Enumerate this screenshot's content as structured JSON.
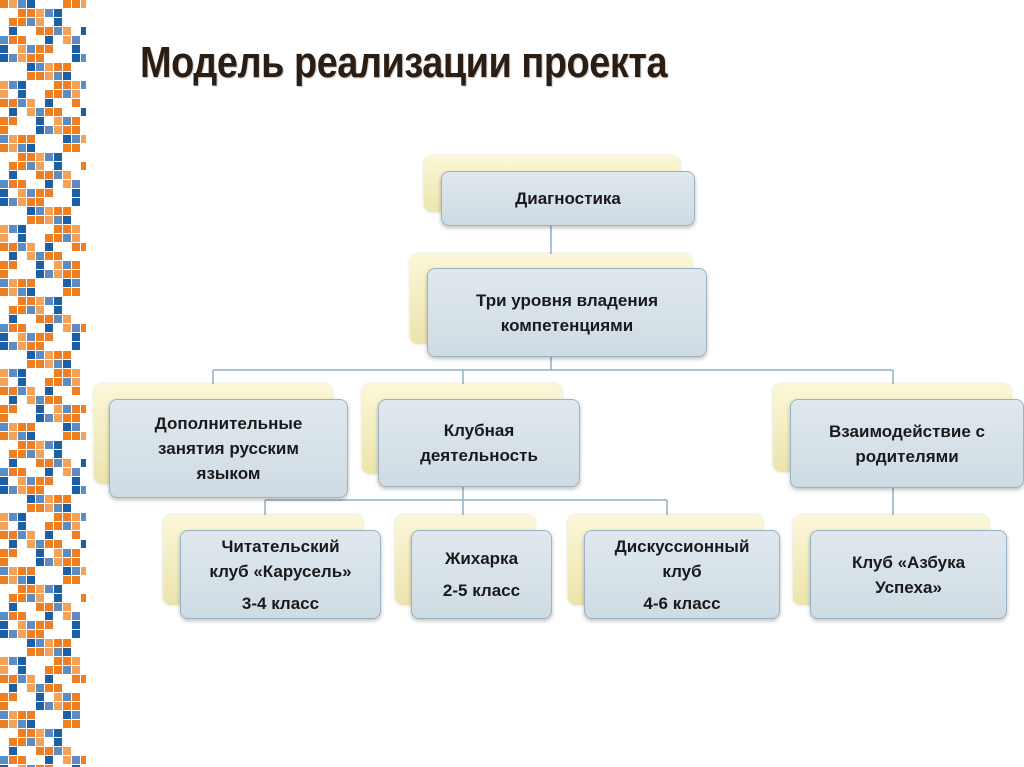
{
  "title": "Модель реализации проекта",
  "colors": {
    "title": "#2b1d12",
    "box_fill": "#d7e2e9",
    "box_border": "#9ab2c6",
    "shadow_fill": "#f4eec6",
    "connector": "#8eb0c6",
    "border_orange": "#f07f21",
    "border_blue": "#1d5fa4"
  },
  "nodes": {
    "diagnostics": {
      "lines": [
        "Диагностика"
      ]
    },
    "levels": {
      "lines": [
        "Три уровня владения",
        "компетенциями"
      ]
    },
    "extra_lessons": {
      "lines": [
        "Дополнительные",
        "занятия русским",
        "языком"
      ]
    },
    "club_activity": {
      "lines": [
        "Клубная",
        "деятельность"
      ]
    },
    "parents": {
      "lines": [
        "Взаимодействие с",
        "родителями"
      ]
    },
    "reading_club": {
      "lines": [
        "Читательский",
        "клуб «Карусель»"
      ],
      "grade": "3-4 класс"
    },
    "zhiharka": {
      "lines": [
        "Жихарка"
      ],
      "grade": "2-5 класс"
    },
    "discussion_club": {
      "lines": [
        "Дискуссионный",
        "клуб"
      ],
      "grade": "4-6 класс"
    },
    "azbuka_club": {
      "lines": [
        "Клуб «Азбука",
        "Успеха»"
      ]
    }
  }
}
